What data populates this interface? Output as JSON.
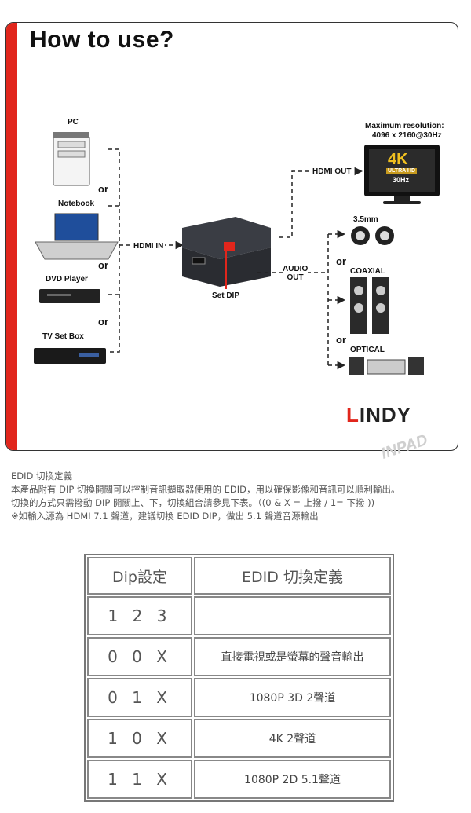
{
  "diagram": {
    "title": "How to use?",
    "sources": {
      "pc": "PC",
      "notebook": "Notebook",
      "dvd": "DVD Player",
      "tvbox": "TV Set Box",
      "or": "or"
    },
    "hdmi_in": "HDMI IN",
    "hdmi_out": "HDMI OUT",
    "set_dip": "Set DIP",
    "audio_out": "AUDIO OUT",
    "max_res_title": "Maximum resolution:",
    "max_res_value": "4096 x 2160@30Hz",
    "tv_4k": "4K",
    "tv_uhd": "ULTRA HD",
    "tv_hz": "30Hz",
    "outputs": {
      "jack": "3.5mm",
      "coaxial": "COAXIAL",
      "optical": "OPTICAL"
    },
    "logo_l": "L",
    "logo_rest": "INDY",
    "watermark": "INPAD",
    "colors": {
      "accent": "#e1261c"
    }
  },
  "description": {
    "heading": "EDID 切換定義",
    "line1": "本產品附有 DIP 切換開關可以控制音訊擷取器使用的 EDID，用以確保影像和音訊可以順利輸出。",
    "line2": "切換的方式只需撥動 DIP 開關上、下，切換組合請參見下表。（(0 & X = 上撥 / 1= 下撥 ))",
    "line3": "※如輸入源為 HDMI 7.1 聲道，建議切換 EDID DIP，做出 5.1 聲道音源輸出"
  },
  "table": {
    "headers": [
      "Dip設定",
      "EDID 切換定義"
    ],
    "rows": [
      {
        "dip": "1 2 3",
        "def": ""
      },
      {
        "dip": "0 0 X",
        "def": "直接電視或是螢幕的聲音輸出"
      },
      {
        "dip": "0 1 X",
        "def": "1080P 3D 2聲道"
      },
      {
        "dip": "1 0 X",
        "def": "4K 2聲道"
      },
      {
        "dip": "1 1 X",
        "def": "1080P 2D 5.1聲道"
      }
    ]
  }
}
